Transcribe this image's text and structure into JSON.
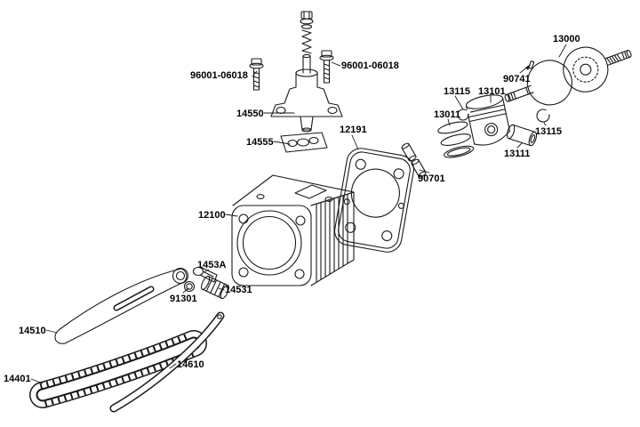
{
  "diagram": {
    "colors": {
      "background": "#ffffff",
      "line": "#1a1a1a",
      "label_text": "#000000"
    },
    "labels": [
      {
        "id": "flange-bolt-left",
        "text": "96001-06018"
      },
      {
        "id": "flange-bolt-right",
        "text": "96001-06018"
      },
      {
        "id": "cam-chain-tensioner",
        "text": "14550"
      },
      {
        "id": "tensioner-gasket",
        "text": "14555"
      },
      {
        "id": "cylinder-gasket",
        "text": "12191"
      },
      {
        "id": "cylinder",
        "text": "12100"
      },
      {
        "id": "crankshaft",
        "text": "13000"
      },
      {
        "id": "shaft-key",
        "text": "90741"
      },
      {
        "id": "circlip-left",
        "text": "13115"
      },
      {
        "id": "piston",
        "text": "13101"
      },
      {
        "id": "piston-ring-set",
        "text": "13011"
      },
      {
        "id": "piston-pin",
        "text": "13111"
      },
      {
        "id": "circlip-right",
        "text": "13115"
      },
      {
        "id": "dowel-pins",
        "text": "90701"
      },
      {
        "id": "roller-bolt",
        "text": "1453A"
      },
      {
        "id": "chain-roller",
        "text": "14531"
      },
      {
        "id": "o-ring",
        "text": "91301"
      },
      {
        "id": "tensioner-arm",
        "text": "14510"
      },
      {
        "id": "chain-guide",
        "text": "14610"
      },
      {
        "id": "cam-chain",
        "text": "14401"
      }
    ]
  }
}
